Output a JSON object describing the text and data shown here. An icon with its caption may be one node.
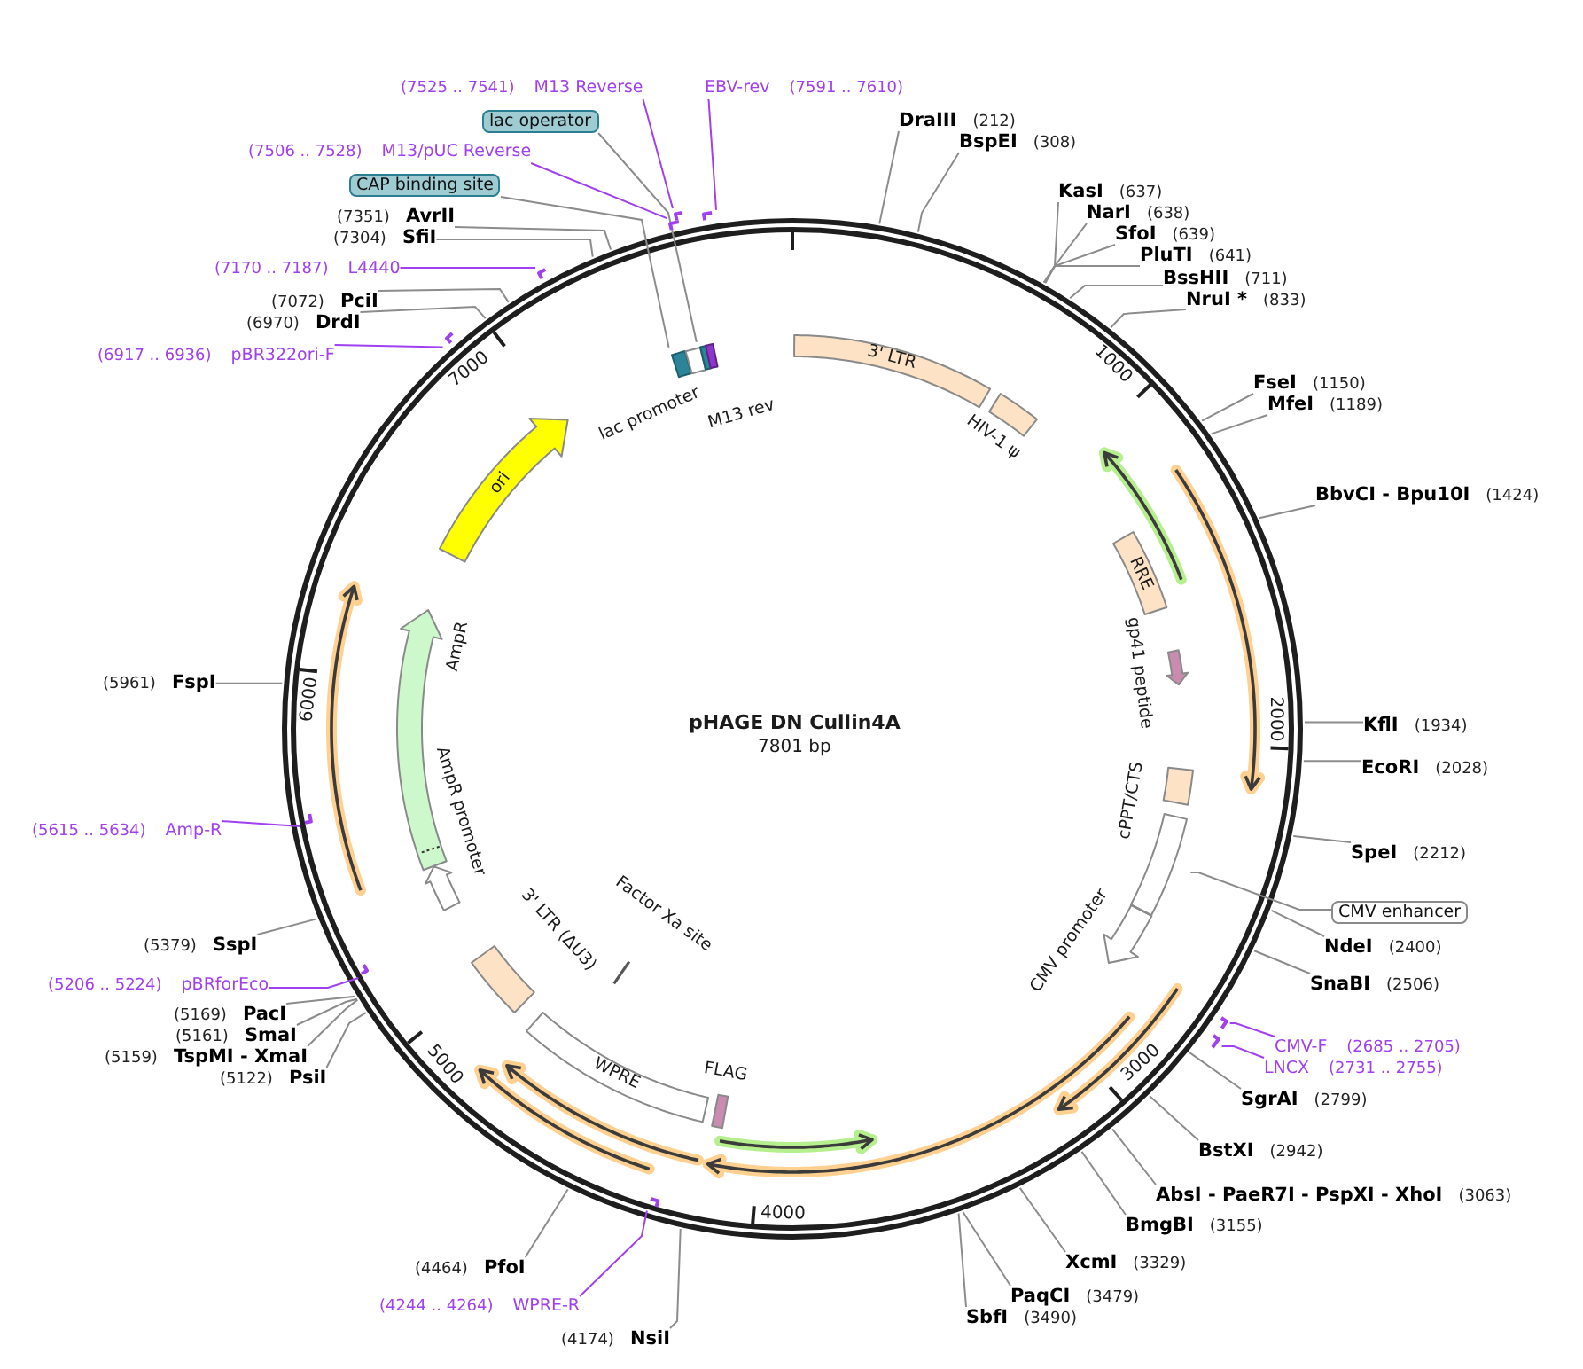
{
  "diagram": {
    "title": "pHAGE DN Cullin4A",
    "nodes": [
      {
        "text": [
          "3' LTR"
        ]
      },
      {
        "text": [
          "HIV-1 ψ"
        ]
      },
      {
        "text": [
          "RRE"
        ]
      },
      {
        "text": [
          "gp41 peptide"
        ]
      },
      {
        "text": [
          "cPPT/CTS"
        ]
      },
      {
        "text": [],
        "shape": "box"
      },
      {
        "text": [
          "CMV promoter"
        ]
      },
      {
        "text": [
          "FLAG"
        ]
      },
      {
        "text": [
          "WPRE"
        ]
      },
      {
        "text": [
          "3' LTR (ΔU3)"
        ]
      },
      {
        "text": [
          "Factor Xa site"
        ]
      },
      {
        "text": [
          "AmpR promoter"
        ]
      },
      {
        "text": [
          "AmpR"
        ]
      },
      {
        "text": [
          "ori"
        ]
      },
      {
        "text": [],
        "shape": "box"
      },
      {
        "text": [
          "lac promoter"
        ]
      },
      {
        "text": [],
        "shape": "box"
      },
      {
        "text": [
          "M13 rev"
        ]
      },
      {
        "text": [
          "lac operator"
        ]
      },
      {
        "text": [
          "CAP binding site"
        ]
      },
      {
        "text": [
          "CMV enhancer"
        ]
      },
      {
        "text": [
          "DraIII",
          "(212)"
        ]
      },
      {
        "text": [
          "BspEI",
          "(308)"
        ]
      },
      {
        "text": [
          "KasI",
          "(637)"
        ]
      },
      {
        "text": [
          "NarI",
          "(638)"
        ]
      },
      {
        "text": [
          "SfoI",
          "(639)"
        ]
      },
      {
        "text": [
          "PluTI",
          "(641)"
        ]
      },
      {
        "text": [
          "BssHII",
          "(711)"
        ]
      },
      {
        "text": [
          "NruI *",
          "(833)"
        ]
      },
      {
        "text": [
          "FseI",
          "(1150)"
        ]
      },
      {
        "text": [
          "MfeI",
          "(1189)"
        ]
      },
      {
        "text": [
          "BbvCI - Bpu10I",
          "(1424)"
        ]
      },
      {
        "text": [
          "KflI",
          "(1934)"
        ]
      },
      {
        "text": [
          "EcoRI",
          "(2028)"
        ]
      },
      {
        "text": [
          "SpeI",
          "(2212)"
        ]
      },
      {
        "text": [
          "NdeI",
          "(2400)"
        ]
      },
      {
        "text": [
          "SnaBI",
          "(2506)"
        ]
      },
      {
        "text": [
          "CMV-F",
          "(2685 .. 2705)"
        ]
      },
      {
        "text": [],
        "shape": "bar"
      },
      {
        "text": [
          "LNCX",
          "(2731 .. 2755)"
        ]
      },
      {
        "text": [],
        "shape": "bar"
      },
      {
        "text": [
          "SgrAI",
          "(2799)"
        ]
      },
      {
        "text": [
          "BstXI",
          "(2942)"
        ]
      },
      {
        "text": [
          "AbsI - PaeR7I - PspXI - XhoI",
          "(3063)"
        ]
      },
      {
        "text": [
          "BmgBI",
          "(3155)"
        ]
      },
      {
        "text": [
          "XcmI",
          "(3329)"
        ]
      },
      {
        "text": [
          "PaqCI",
          "(3479)"
        ]
      },
      {
        "text": [
          "SbfI",
          "(3490)"
        ]
      },
      {
        "text": [
          "(4174)",
          "NsiI"
        ]
      },
      {
        "text": [
          "(4244 .. 4264)",
          "WPRE-R"
        ]
      },
      {
        "text": [],
        "shape": "bar"
      },
      {
        "text": [
          "(4464)",
          "PfoI"
        ]
      },
      {
        "text": [
          "(5122)",
          "PsiI"
        ]
      },
      {
        "text": [
          "(5159)",
          "TspMI - XmaI"
        ]
      },
      {
        "text": [
          "(5161)",
          "SmaI"
        ]
      },
      {
        "text": [
          "(5169)",
          "PacI"
        ]
      },
      {
        "text": [
          "(5206 .. 5224)",
          "pBRforEco"
        ]
      },
      {
        "text": [],
        "shape": "bar"
      },
      {
        "text": [
          "(5379)",
          "SspI"
        ]
      },
      {
        "text": [
          "(5615 .. 5634)",
          "Amp-R"
        ]
      },
      {
        "text": [],
        "shape": "bar"
      },
      {
        "text": [
          "(5961)",
          "FspI"
        ]
      },
      {
        "text": [
          "(6917 .. 6936)",
          "pBR322ori-F"
        ]
      },
      {
        "text": [],
        "shape": "bar"
      },
      {
        "text": [
          "(6970)",
          "DrdI"
        ]
      },
      {
        "text": [
          "(7072)",
          "PciI"
        ]
      },
      {
        "text": [
          "(7170 .. 7187)",
          "L4440"
        ]
      },
      {
        "text": [],
        "shape": "bar"
      },
      {
        "text": [
          "(7304)",
          "SfiI"
        ]
      },
      {
        "text": [
          "(7351)",
          "AvrII"
        ]
      },
      {
        "text": [
          "(7506 .. 7528)",
          "M13/pUC Reverse"
        ]
      },
      {
        "text": [],
        "shape": "bar"
      },
      {
        "text": [
          "(7525 .. 7541)",
          "M13 Reverse"
        ]
      },
      {
        "text": [],
        "shape": "bar"
      },
      {
        "text": [
          "EBV-rev",
          "(7591 .. 7610)"
        ]
      },
      {
        "text": [],
        "shape": "bar"
      }
    ],
    "edges": [
      {
        "from": 18,
        "to": 16,
        "arrow": "none"
      },
      {
        "from": 19,
        "to": 14,
        "arrow": "none"
      },
      {
        "from": 20,
        "to": 5,
        "arrow": "none"
      },
      {
        "from": 21,
        "to": null,
        "arrow": "none"
      },
      {
        "from": 22,
        "to": null,
        "arrow": "none"
      },
      {
        "from": 23,
        "to": null,
        "arrow": "none"
      },
      {
        "from": 24,
        "to": null,
        "arrow": "none"
      },
      {
        "from": 25,
        "to": null,
        "arrow": "none"
      },
      {
        "from": 26,
        "to": null,
        "arrow": "none"
      },
      {
        "from": 27,
        "to": null,
        "arrow": "none"
      },
      {
        "from": 28,
        "to": null,
        "arrow": "none"
      },
      {
        "from": 29,
        "to": null,
        "arrow": "none"
      },
      {
        "from": 30,
        "to": null,
        "arrow": "none"
      },
      {
        "from": 31,
        "to": null,
        "arrow": "none"
      },
      {
        "from": 32,
        "to": null,
        "arrow": "none"
      },
      {
        "from": 33,
        "to": null,
        "arrow": "none"
      },
      {
        "from": 34,
        "to": null,
        "arrow": "none"
      },
      {
        "from": 35,
        "to": null,
        "arrow": "none"
      },
      {
        "from": 36,
        "to": null,
        "arrow": "none"
      },
      {
        "from": 37,
        "to": 38,
        "arrow": "none",
        "color": "#a040f0"
      },
      {
        "from": 39,
        "to": 40,
        "arrow": "none",
        "color": "#a040f0"
      },
      {
        "from": 41,
        "to": null,
        "arrow": "none"
      },
      {
        "from": 42,
        "to": null,
        "arrow": "none"
      },
      {
        "from": 43,
        "to": null,
        "arrow": "none"
      },
      {
        "from": 44,
        "to": null,
        "arrow": "none"
      },
      {
        "from": 45,
        "to": null,
        "arrow": "none"
      },
      {
        "from": 46,
        "to": null,
        "arrow": "none"
      },
      {
        "from": 47,
        "to": null,
        "arrow": "none"
      },
      {
        "from": 48,
        "to": null,
        "arrow": "none"
      },
      {
        "from": 49,
        "to": 50,
        "arrow": "none",
        "color": "#a040f0"
      },
      {
        "from": 51,
        "to": null,
        "arrow": "none"
      },
      {
        "from": 52,
        "to": null,
        "arrow": "none"
      },
      {
        "from": 53,
        "to": null,
        "arrow": "none"
      },
      {
        "from": 54,
        "to": null,
        "arrow": "none"
      },
      {
        "from": 55,
        "to": null,
        "arrow": "none"
      },
      {
        "from": 56,
        "to": 57,
        "arrow": "none",
        "color": "#a040f0"
      },
      {
        "from": 58,
        "to": null,
        "arrow": "none"
      },
      {
        "from": 59,
        "to": 60,
        "arrow": "none",
        "color": "#a040f0"
      },
      {
        "from": 61,
        "to": null,
        "arrow": "none"
      },
      {
        "from": 62,
        "to": 63,
        "arrow": "none",
        "color": "#a040f0"
      },
      {
        "from": 64,
        "to": null,
        "arrow": "none"
      },
      {
        "from": 65,
        "to": null,
        "arrow": "none"
      },
      {
        "from": 66,
        "to": 67,
        "arrow": "none",
        "color": "#a040f0"
      },
      {
        "from": 68,
        "to": null,
        "arrow": "none"
      },
      {
        "from": 69,
        "to": null,
        "arrow": "none"
      },
      {
        "from": 70,
        "to": 71,
        "arrow": "none",
        "color": "#a040f0"
      },
      {
        "from": 72,
        "to": 73,
        "arrow": "none",
        "color": "#a040f0"
      },
      {
        "from": 74,
        "to": 75,
        "arrow": "none",
        "color": "#a040f0"
      }
    ],
    "labels": [
      "7801 bp",
      "1000",
      "2000",
      "3000",
      "4000",
      "5000",
      "6000",
      "7000"
    ]
  }
}
